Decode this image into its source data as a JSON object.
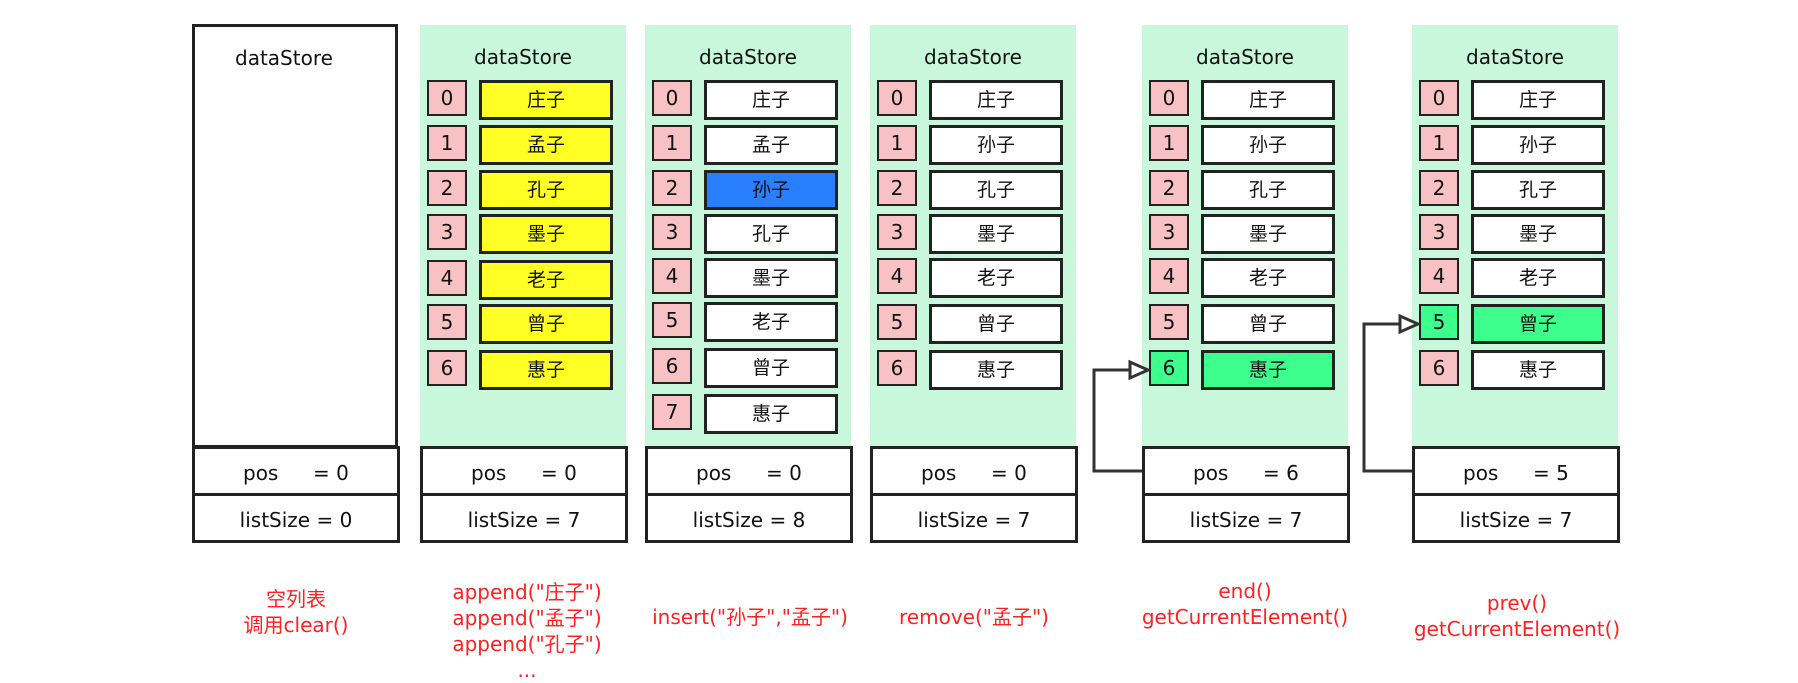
{
  "colors": {
    "panel_bg": "#c8f7dc",
    "index_bg": "#f8c1c3",
    "yellow": "#ffff26",
    "blue": "#2a7fff",
    "green": "#3dfd8c",
    "caption": "#ff2020"
  },
  "panels": [
    {
      "title": "dataStore",
      "items": [],
      "pos_label": "pos",
      "pos_eq": "= 0",
      "size_text": "listSize = 0",
      "caption": [
        "空列表",
        "调用clear()"
      ]
    },
    {
      "title": "dataStore",
      "items": [
        {
          "index": "0",
          "value": "庄子",
          "highlight": "yellow"
        },
        {
          "index": "1",
          "value": "孟子",
          "highlight": "yellow"
        },
        {
          "index": "2",
          "value": "孔子",
          "highlight": "yellow"
        },
        {
          "index": "3",
          "value": "墨子",
          "highlight": "yellow"
        },
        {
          "index": "4",
          "value": "老子",
          "highlight": "yellow"
        },
        {
          "index": "5",
          "value": "曾子",
          "highlight": "yellow"
        },
        {
          "index": "6",
          "value": "惠子",
          "highlight": "yellow"
        }
      ],
      "pos_label": "pos",
      "pos_eq": "= 0",
      "size_text": "listSize = 7",
      "caption": [
        "append(\"庄子\")",
        "append(\"孟子\")",
        "append(\"孔子\")",
        "..."
      ]
    },
    {
      "title": "dataStore",
      "items": [
        {
          "index": "0",
          "value": "庄子",
          "highlight": ""
        },
        {
          "index": "1",
          "value": "孟子",
          "highlight": ""
        },
        {
          "index": "2",
          "value": "孙子",
          "highlight": "blue"
        },
        {
          "index": "3",
          "value": "孔子",
          "highlight": ""
        },
        {
          "index": "4",
          "value": "墨子",
          "highlight": ""
        },
        {
          "index": "5",
          "value": "老子",
          "highlight": ""
        },
        {
          "index": "6",
          "value": "曾子",
          "highlight": ""
        },
        {
          "index": "7",
          "value": "惠子",
          "highlight": ""
        }
      ],
      "pos_label": "pos",
      "pos_eq": "= 0",
      "size_text": "listSize = 8",
      "caption": [
        "insert(\"孙子\",\"孟子\")"
      ]
    },
    {
      "title": "dataStore",
      "items": [
        {
          "index": "0",
          "value": "庄子",
          "highlight": ""
        },
        {
          "index": "1",
          "value": "孙子",
          "highlight": ""
        },
        {
          "index": "2",
          "value": "孔子",
          "highlight": ""
        },
        {
          "index": "3",
          "value": "墨子",
          "highlight": ""
        },
        {
          "index": "4",
          "value": "老子",
          "highlight": ""
        },
        {
          "index": "5",
          "value": "曾子",
          "highlight": ""
        },
        {
          "index": "6",
          "value": "惠子",
          "highlight": ""
        }
      ],
      "pos_label": "pos",
      "pos_eq": "= 0",
      "size_text": "listSize = 7",
      "caption": [
        "remove(\"孟子\")"
      ]
    },
    {
      "title": "dataStore",
      "items": [
        {
          "index": "0",
          "value": "庄子",
          "highlight": ""
        },
        {
          "index": "1",
          "value": "孙子",
          "highlight": ""
        },
        {
          "index": "2",
          "value": "孔子",
          "highlight": ""
        },
        {
          "index": "3",
          "value": "墨子",
          "highlight": ""
        },
        {
          "index": "4",
          "value": "老子",
          "highlight": ""
        },
        {
          "index": "5",
          "value": "曾子",
          "highlight": ""
        },
        {
          "index": "6",
          "value": "惠子",
          "highlight": "green"
        }
      ],
      "pos_label": "pos",
      "pos_eq": "= 6",
      "size_text": "listSize = 7",
      "caption": [
        "end()",
        "getCurrentElement()"
      ]
    },
    {
      "title": "dataStore",
      "items": [
        {
          "index": "0",
          "value": "庄子",
          "highlight": ""
        },
        {
          "index": "1",
          "value": "孙子",
          "highlight": ""
        },
        {
          "index": "2",
          "value": "孔子",
          "highlight": ""
        },
        {
          "index": "3",
          "value": "墨子",
          "highlight": ""
        },
        {
          "index": "4",
          "value": "老子",
          "highlight": ""
        },
        {
          "index": "5",
          "value": "曾子",
          "highlight": "green"
        },
        {
          "index": "6",
          "value": "惠子",
          "highlight": ""
        }
      ],
      "pos_label": "pos",
      "pos_eq": "= 5",
      "size_text": "listSize = 7",
      "caption": [
        "prev()",
        "getCurrentElement()"
      ]
    }
  ]
}
